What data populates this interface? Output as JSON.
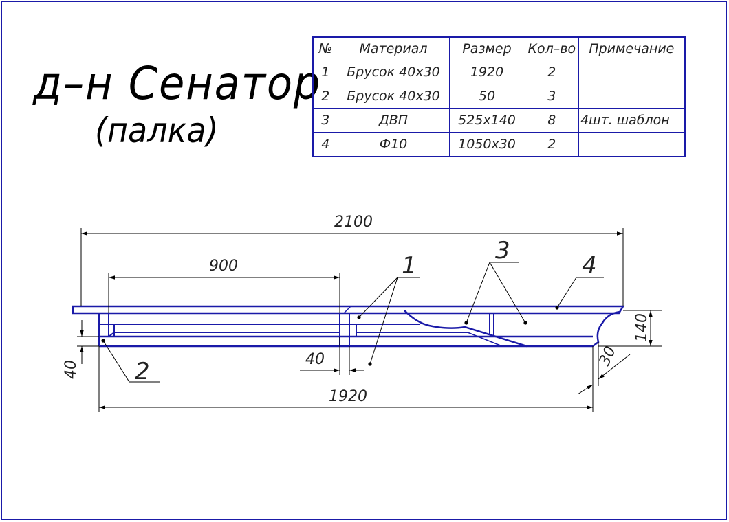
{
  "title": "д–н Сенатор",
  "subtitle": "(палка)",
  "table": {
    "headers": [
      "№",
      "Материал",
      "Размер",
      "Кол–во",
      "Примечание"
    ],
    "rows": [
      [
        "1",
        "Брусок 40х30",
        "1920",
        "2",
        ""
      ],
      [
        "2",
        "Брусок 40х30",
        "50",
        "3",
        ""
      ],
      [
        "3",
        "ДВП",
        "525х140",
        "8",
        "4шт. шаблон"
      ],
      [
        "4",
        "Ф10",
        "1050х30",
        "2",
        ""
      ]
    ]
  },
  "dimensions": {
    "overall_length": "2100",
    "left_section": "900",
    "overall_bar": "1920",
    "spacer_width": "40",
    "side_height": "40",
    "height": "140",
    "edge": "30"
  },
  "callouts": [
    "1",
    "2",
    "3",
    "4"
  ],
  "colors": {
    "line": "#1a1aa8",
    "dim": "#000000",
    "text": "#222222"
  }
}
